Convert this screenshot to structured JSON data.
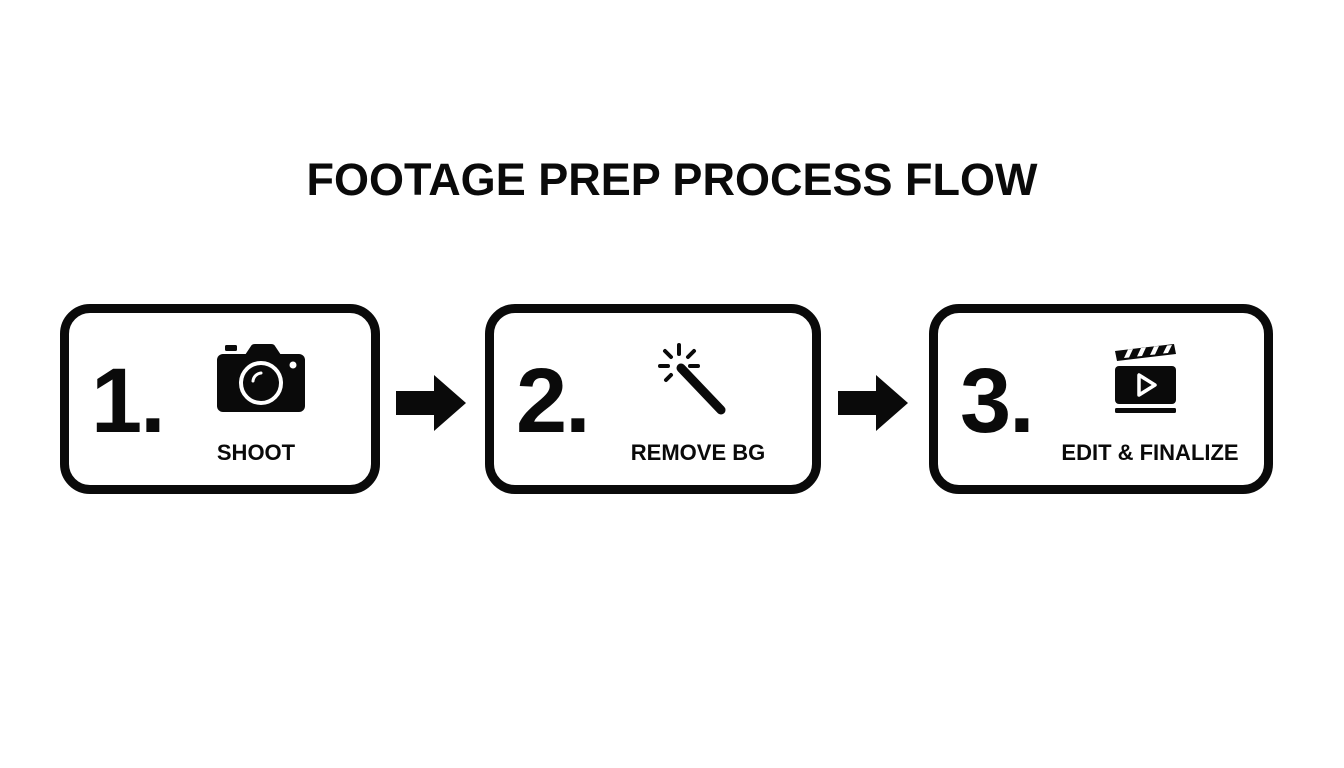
{
  "diagram": {
    "title": "FOOTAGE PREP PROCESS FLOW",
    "colors": {
      "stroke": "#0a0a0a",
      "background": "#ffffff"
    },
    "steps": [
      {
        "number": "1.",
        "label": "SHOOT",
        "icon": "camera-icon"
      },
      {
        "number": "2.",
        "label": "REMOVE BG",
        "icon": "magic-wand-icon"
      },
      {
        "number": "3.",
        "label": "EDIT & FINALIZE",
        "icon": "clapperboard-play-icon"
      }
    ],
    "connectors": [
      {
        "from": 1,
        "to": 2,
        "icon": "arrow-right-icon"
      },
      {
        "from": 2,
        "to": 3,
        "icon": "arrow-right-icon"
      }
    ]
  }
}
